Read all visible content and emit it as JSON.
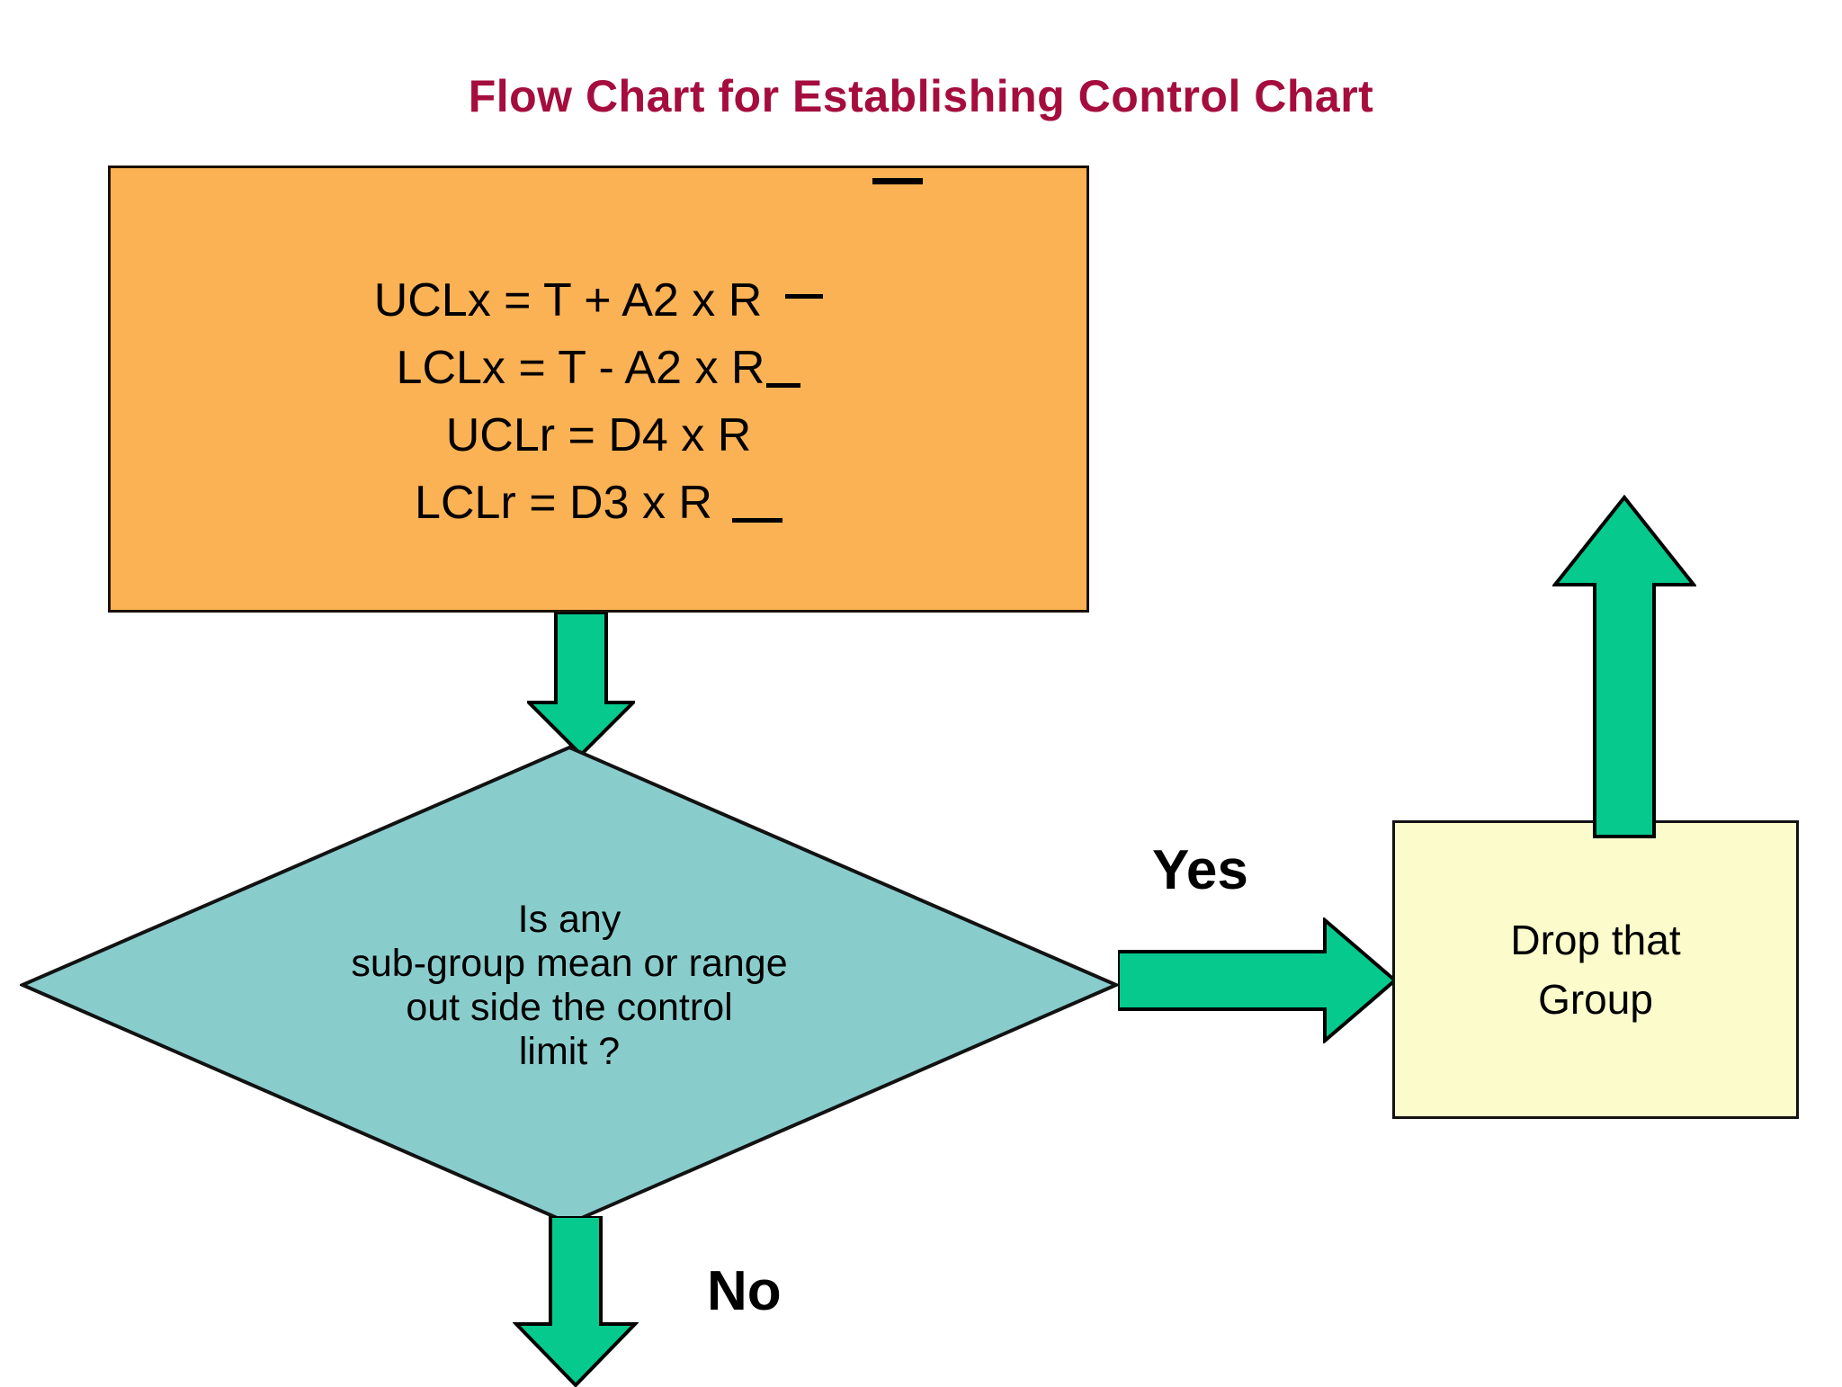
{
  "page": {
    "title": "Flow Chart for Establishing Control Chart",
    "background_color": "#FFFFFF",
    "title_color": "#A50D3E"
  },
  "formula_box": {
    "fill_color": "#FBB254",
    "border_color": "#1A1008",
    "lines": [
      "UCLx = T + A2 x R",
      "LCLx = T - A2 x R",
      "UCLr = D4 x R",
      "LCLr = D3 x R"
    ],
    "overbar_marks": 4
  },
  "decision": {
    "fill_color": "#89CCCC",
    "border_color": "#121212",
    "lines": [
      "Is any",
      "sub-group mean or  range",
      "out side the control",
      "limit ?"
    ]
  },
  "process": {
    "fill_color": "#FCFBCC",
    "border_color": "#121212",
    "lines": [
      "Drop that",
      "Group"
    ]
  },
  "branches": {
    "yes_label": "Yes",
    "no_label": "No"
  },
  "arrows": {
    "color": "#06C98E",
    "outline_color": "#000000",
    "items": [
      {
        "name": "arrow-down-formula-to-decision",
        "direction": "down"
      },
      {
        "name": "arrow-right-decision-to-drop",
        "direction": "right"
      },
      {
        "name": "arrow-up-drop-to-top",
        "direction": "up"
      },
      {
        "name": "arrow-down-decision-no",
        "direction": "down"
      }
    ]
  }
}
